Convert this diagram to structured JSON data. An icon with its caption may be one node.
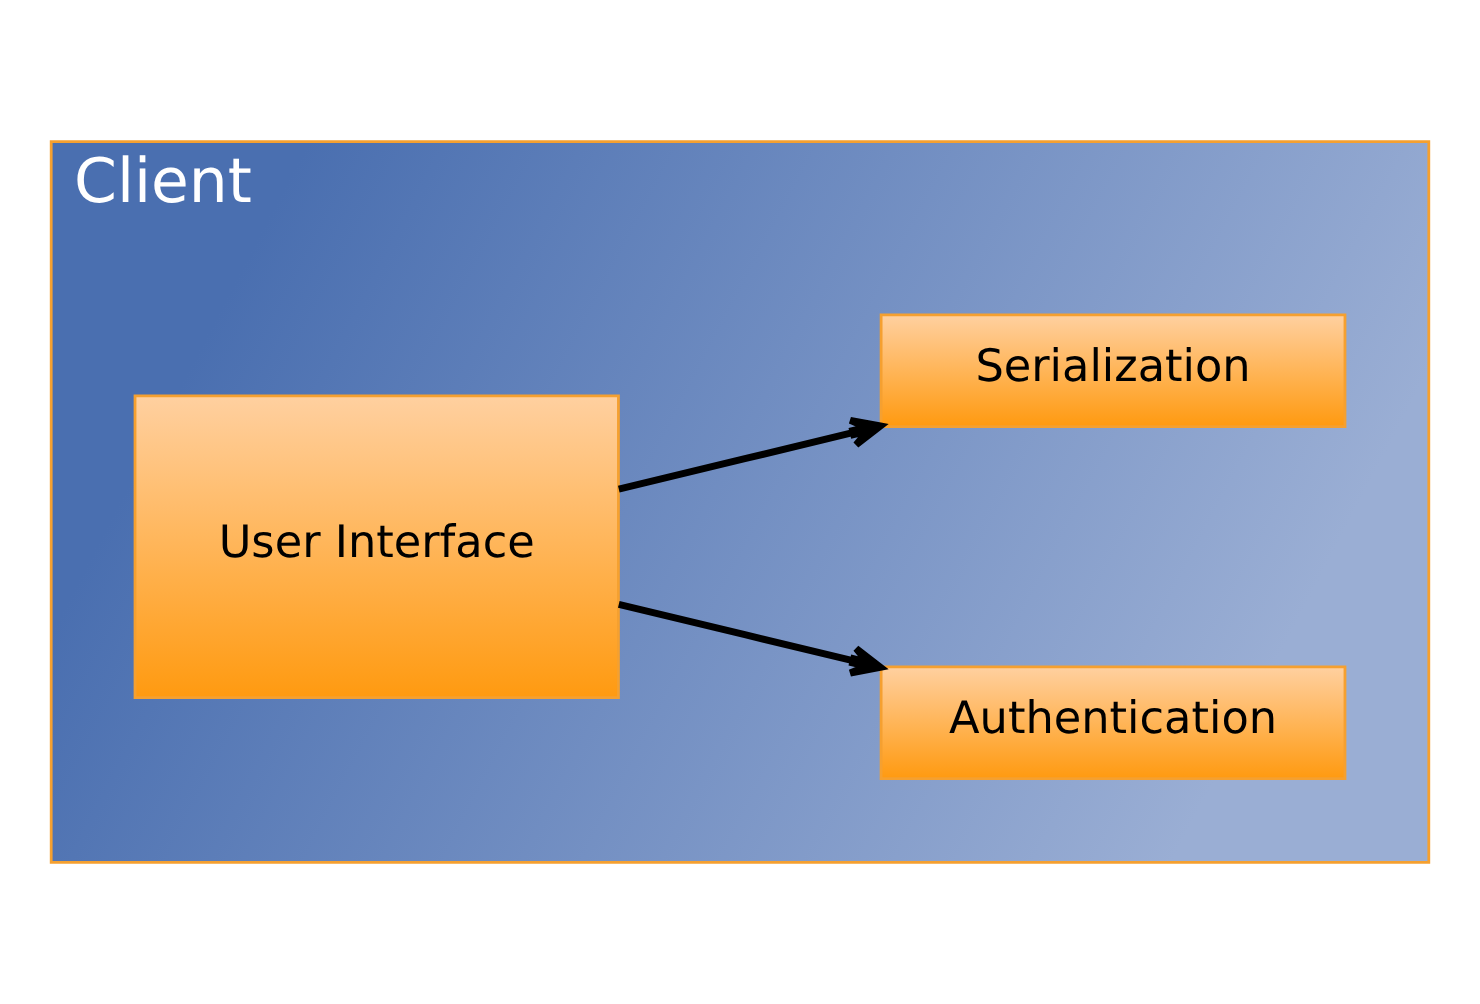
{
  "diagram": {
    "nodes": [
      {
        "text": [
          "Client"
        ]
      },
      {
        "text": [
          "User Interface"
        ],
        "in": 0
      },
      {
        "text": [
          "Authentication"
        ],
        "in": 0
      },
      {
        "text": [
          "Serialization"
        ],
        "in": 0
      }
    ],
    "edges": [
      {
        "from": 1,
        "to": 2,
        "arrow": "to"
      },
      {
        "from": 1,
        "to": 3,
        "arrow": "to"
      }
    ]
  }
}
